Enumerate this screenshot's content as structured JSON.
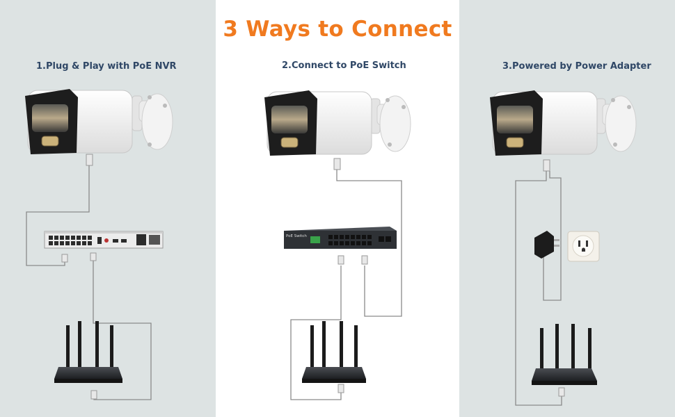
{
  "title": "3 Ways to Connect",
  "methods": [
    {
      "label": "1.Plug & Play with PoE NVR"
    },
    {
      "label": "2.Connect to PoE Switch"
    },
    {
      "label": "3.Powered by Power Adapter"
    }
  ],
  "switch_label": "PoE Switch",
  "colors": {
    "title": "#f07a1f",
    "heading": "#2f4766",
    "side_panel": "#dde3e3",
    "center_panel": "#ffffff",
    "cable": "#8a8a8a"
  }
}
